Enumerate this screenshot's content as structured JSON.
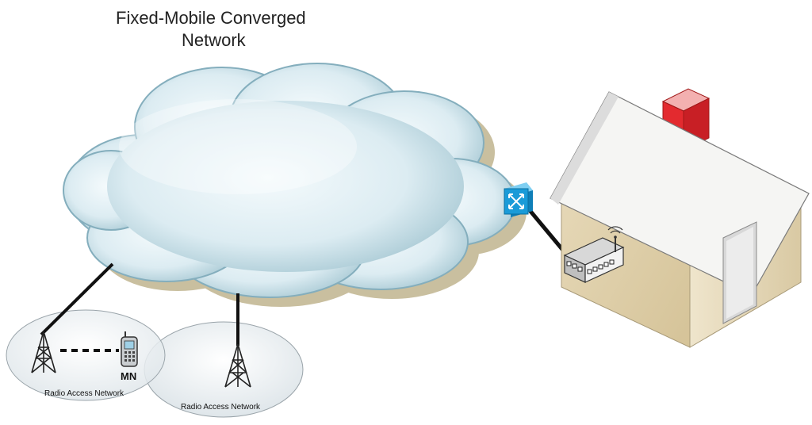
{
  "diagram": {
    "title_line1": "Fixed-Mobile Converged",
    "title_line2": "Network",
    "ran_label_1": "Radio Access Network",
    "ran_label_2": "Radio Access Network",
    "mobile_node_label": "MN"
  },
  "colors": {
    "cloud_fill": "#d4e8ef",
    "cloud_shadow": "#c8bd9c",
    "cloud_outline": "#8ab3c1",
    "switch": "#1a9bd8",
    "house_wall": "#e8dcc0",
    "house_roof": "#f4f4f2",
    "chimney": "#d8262c",
    "cell_fill": "#e6ecef"
  },
  "icons": [
    "cloud-icon",
    "switch-icon",
    "house-icon",
    "router-icon",
    "tower-icon",
    "phone-icon"
  ]
}
